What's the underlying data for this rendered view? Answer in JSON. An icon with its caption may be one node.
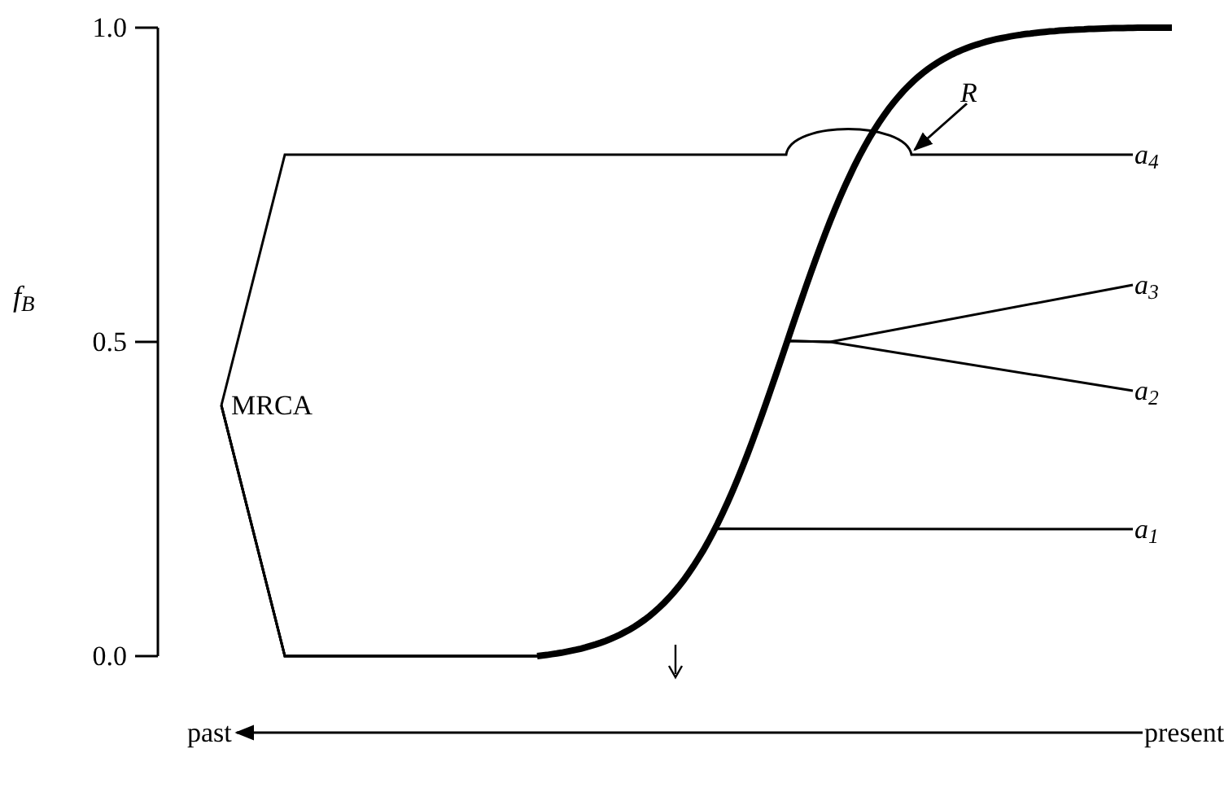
{
  "diagram": {
    "nodes": [
      {
        "text": [
          "MRCA"
        ]
      },
      {
        "text": [
          "a$_{4}$"
        ]
      },
      {
        "text": [
          "a$_{3}$"
        ]
      },
      {
        "text": [
          "a$_{2}$"
        ]
      },
      {
        "text": [
          "a$_{1}$"
        ]
      },
      {
        "text": [
          "R"
        ]
      },
      {
        "text": [
          "past"
        ]
      },
      {
        "text": [
          "present"
        ]
      }
    ],
    "edges": [
      {
        "from": 0,
        "to": 1,
        "arrow": "none"
      },
      {
        "from": 0,
        "to": 2,
        "arrow": "none"
      },
      {
        "from": 0,
        "to": 3,
        "arrow": "none"
      },
      {
        "from": 0,
        "to": 4,
        "arrow": "none"
      },
      {
        "from": 5,
        "to": null,
        "arrow": "to"
      },
      {
        "from": 7,
        "to": 6,
        "arrow": "to"
      }
    ],
    "labels": [
      "1.0",
      "0.5",
      "0.0",
      "f$_{B}$"
    ]
  }
}
